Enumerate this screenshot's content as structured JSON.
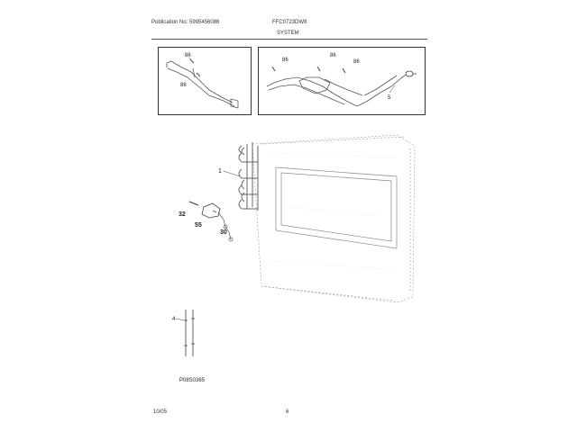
{
  "header": {
    "publication": "Publication No: 5995456086",
    "model": "FFC0723DW8",
    "section": "SYSTEM"
  },
  "callouts": {
    "inset_left": [
      "86",
      "86"
    ],
    "inset_right": [
      "86",
      "86",
      "86",
      "5"
    ],
    "main": [
      "1",
      "32",
      "55",
      "30",
      "4"
    ]
  },
  "figure_code": "P08S0365",
  "footer": {
    "date": "10/05",
    "page": "6"
  }
}
